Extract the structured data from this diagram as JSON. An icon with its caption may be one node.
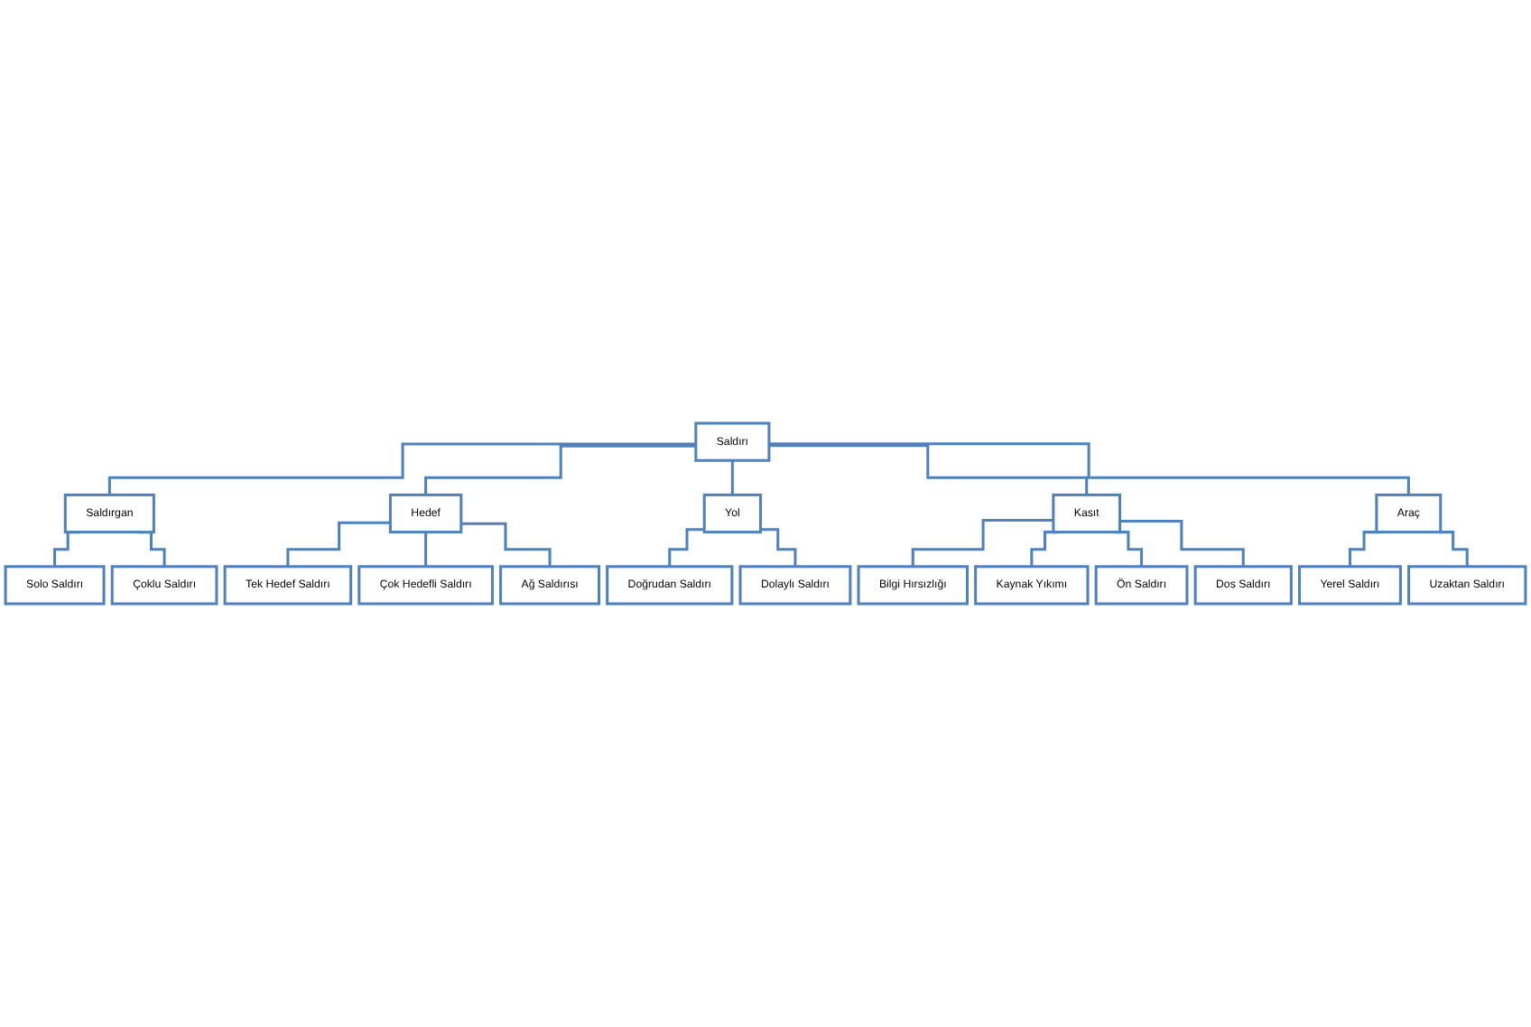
{
  "diagram": {
    "nodes": [
      {
        "text": [
          "Saldırı"
        ]
      },
      {
        "text": [
          "Saldırgan"
        ]
      },
      {
        "text": [
          "Hedef"
        ]
      },
      {
        "text": [
          "Yol"
        ]
      },
      {
        "text": [
          "Kasıt"
        ]
      },
      {
        "text": [
          "Araç"
        ]
      },
      {
        "text": [
          "Solo Saldırı"
        ]
      },
      {
        "text": [
          "Çoklu Saldırı"
        ]
      },
      {
        "text": [
          "Tek Hedef Saldırı"
        ]
      },
      {
        "text": [
          "Çok Hedefli Saldırı"
        ]
      },
      {
        "text": [
          "Ağ Saldırısı"
        ]
      },
      {
        "text": [
          "Doğrudan Saldırı"
        ]
      },
      {
        "text": [
          "Dolaylı Saldırı"
        ]
      },
      {
        "text": [
          "Bilgi Hırsızlığı"
        ]
      },
      {
        "text": [
          "Kaynak Yıkımı"
        ]
      },
      {
        "text": [
          "Ön Saldırı"
        ]
      },
      {
        "text": [
          "Dos Saldırı"
        ]
      },
      {
        "text": [
          "Yerel Saldırı"
        ]
      },
      {
        "text": [
          "Uzaktan Saldırı"
        ]
      }
    ],
    "edges": [
      {
        "from": 0,
        "to": 1,
        "arrow": "none"
      },
      {
        "from": 0,
        "to": 2,
        "arrow": "none"
      },
      {
        "from": 0,
        "to": 3,
        "arrow": "none"
      },
      {
        "from": 0,
        "to": 4,
        "arrow": "none"
      },
      {
        "from": 0,
        "to": 5,
        "arrow": "none"
      },
      {
        "from": 1,
        "to": 6,
        "arrow": "none"
      },
      {
        "from": 1,
        "to": 7,
        "arrow": "none"
      },
      {
        "from": 2,
        "to": 8,
        "arrow": "none"
      },
      {
        "from": 2,
        "to": 9,
        "arrow": "none"
      },
      {
        "from": 2,
        "to": 10,
        "arrow": "none"
      },
      {
        "from": 3,
        "to": 11,
        "arrow": "none"
      },
      {
        "from": 3,
        "to": 12,
        "arrow": "none"
      },
      {
        "from": 4,
        "to": 13,
        "arrow": "none"
      },
      {
        "from": 4,
        "to": 14,
        "arrow": "none"
      },
      {
        "from": 4,
        "to": 15,
        "arrow": "none"
      },
      {
        "from": 4,
        "to": 16,
        "arrow": "none"
      },
      {
        "from": 5,
        "to": 17,
        "arrow": "none"
      },
      {
        "from": 5,
        "to": 18,
        "arrow": "none"
      }
    ]
  }
}
